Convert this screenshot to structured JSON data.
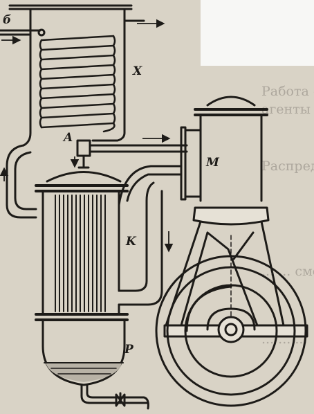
{
  "labels": {
    "b": "б",
    "x": "X",
    "a": "A",
    "m": "M",
    "k": "K",
    "p": "P"
  },
  "background_text": [
    "Работа с ... мул...",
    "агенты ... бес...",
    "Распределение ...",
    "... ... смеси ...",
    "... ... ..."
  ],
  "colors": {
    "ink": "#1d1b18",
    "paper": "#d9d3c6",
    "fill_light": "#e6e1d6",
    "liquid": "#b8b2a6"
  },
  "icons": {
    "valve": "valve-icon",
    "flow_arrow": "arrow-icon"
  }
}
